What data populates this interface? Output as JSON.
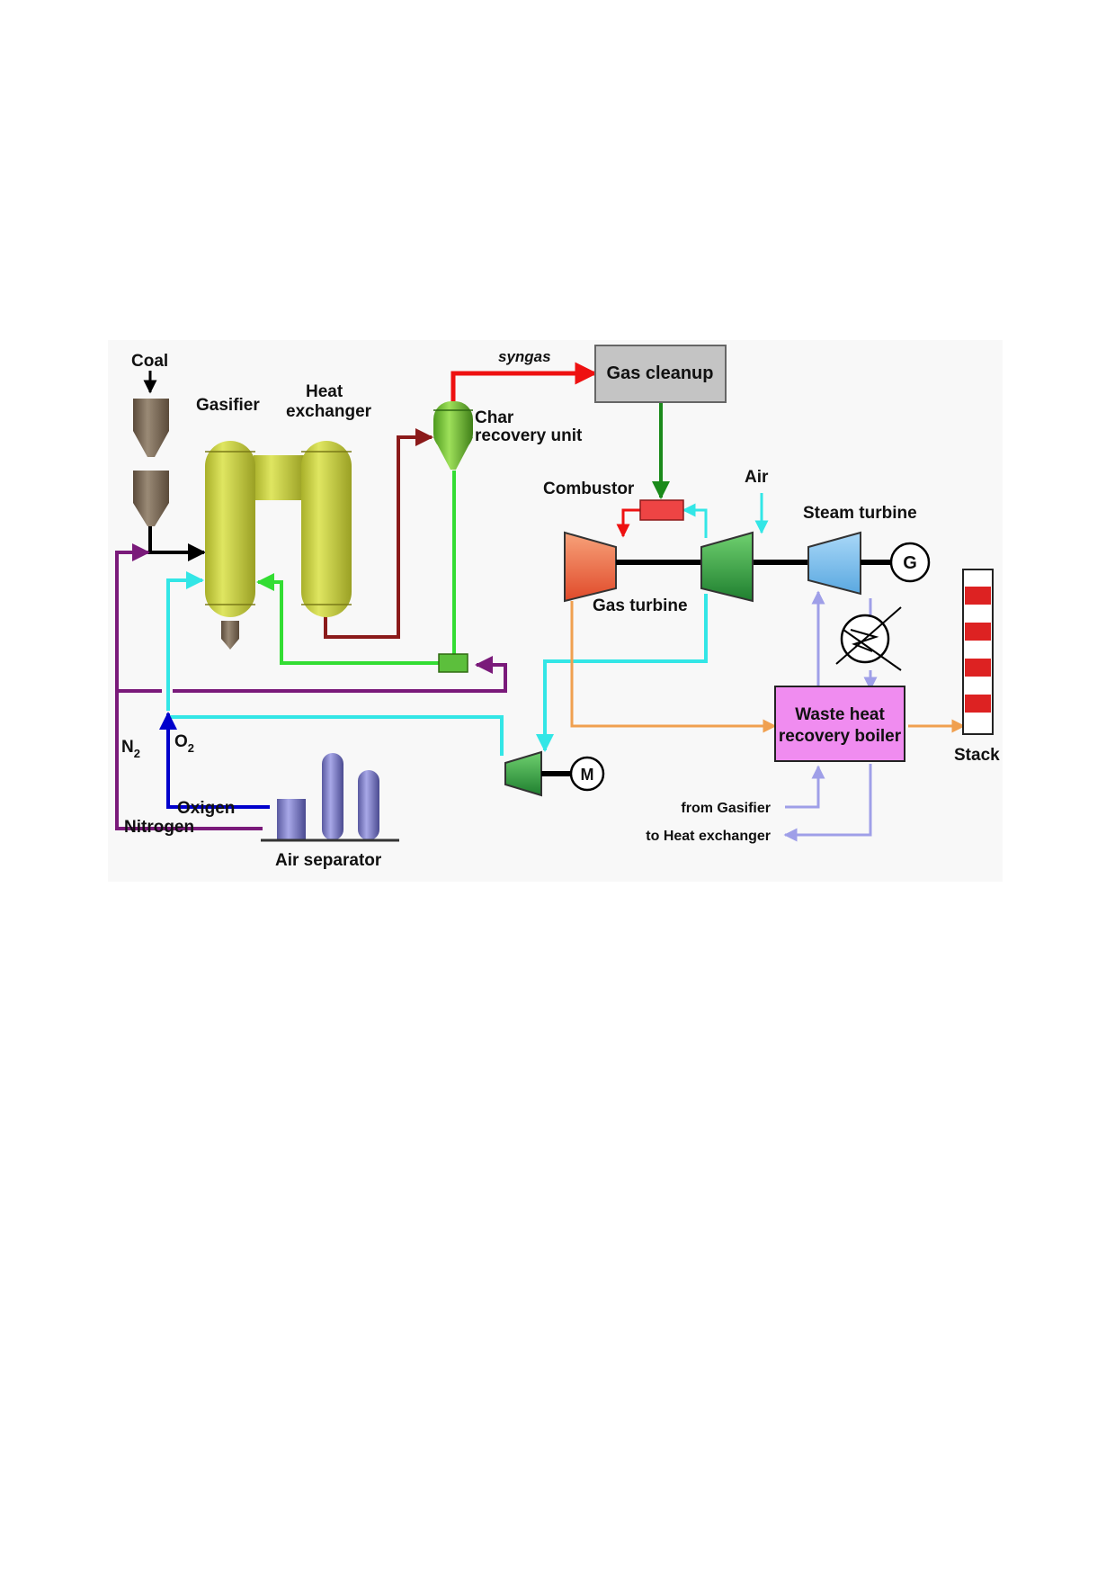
{
  "labels": {
    "coal": "Coal",
    "gasifier": "Gasifier",
    "heat_exchanger_l1": "Heat",
    "heat_exchanger_l2": "exchanger",
    "syngas": "syngas",
    "gas_cleanup": "Gas cleanup",
    "char_l1": "Char",
    "char_l2": "recovery unit",
    "combustor": "Combustor",
    "air": "Air",
    "steam_turbine": "Steam turbine",
    "gas_turbine": "Gas turbine",
    "generator": "G",
    "motor": "M",
    "n2": "N",
    "n2_sub": "2",
    "o2": "O",
    "o2_sub": "2",
    "oxigen": "Oxigen",
    "nitrogen": "Nitrogen",
    "air_separator": "Air separator",
    "whrb_l1": "Waste heat",
    "whrb_l2": "recovery boiler",
    "stack": "Stack",
    "from_gasifier": "from Gasifier",
    "to_heat_exchanger": "to Heat exchanger"
  },
  "colors": {
    "coal_feed": "#000000",
    "nitrogen": "#7a1a7a",
    "oxygen_o2": "#0000cc",
    "oxygen_line": "#33e6e6",
    "char_return": "#33dd33",
    "raw_gas": "#8b1a1a",
    "syngas": "#ee1111",
    "clean_syngas": "#1a8a1a",
    "exhaust": "#f0a050",
    "steam": "#9f9fe8",
    "gasifier_body": "#c8d23c",
    "whrb_fill": "#f08cf0",
    "gas_cleanup_fill": "#c4c4c4"
  }
}
